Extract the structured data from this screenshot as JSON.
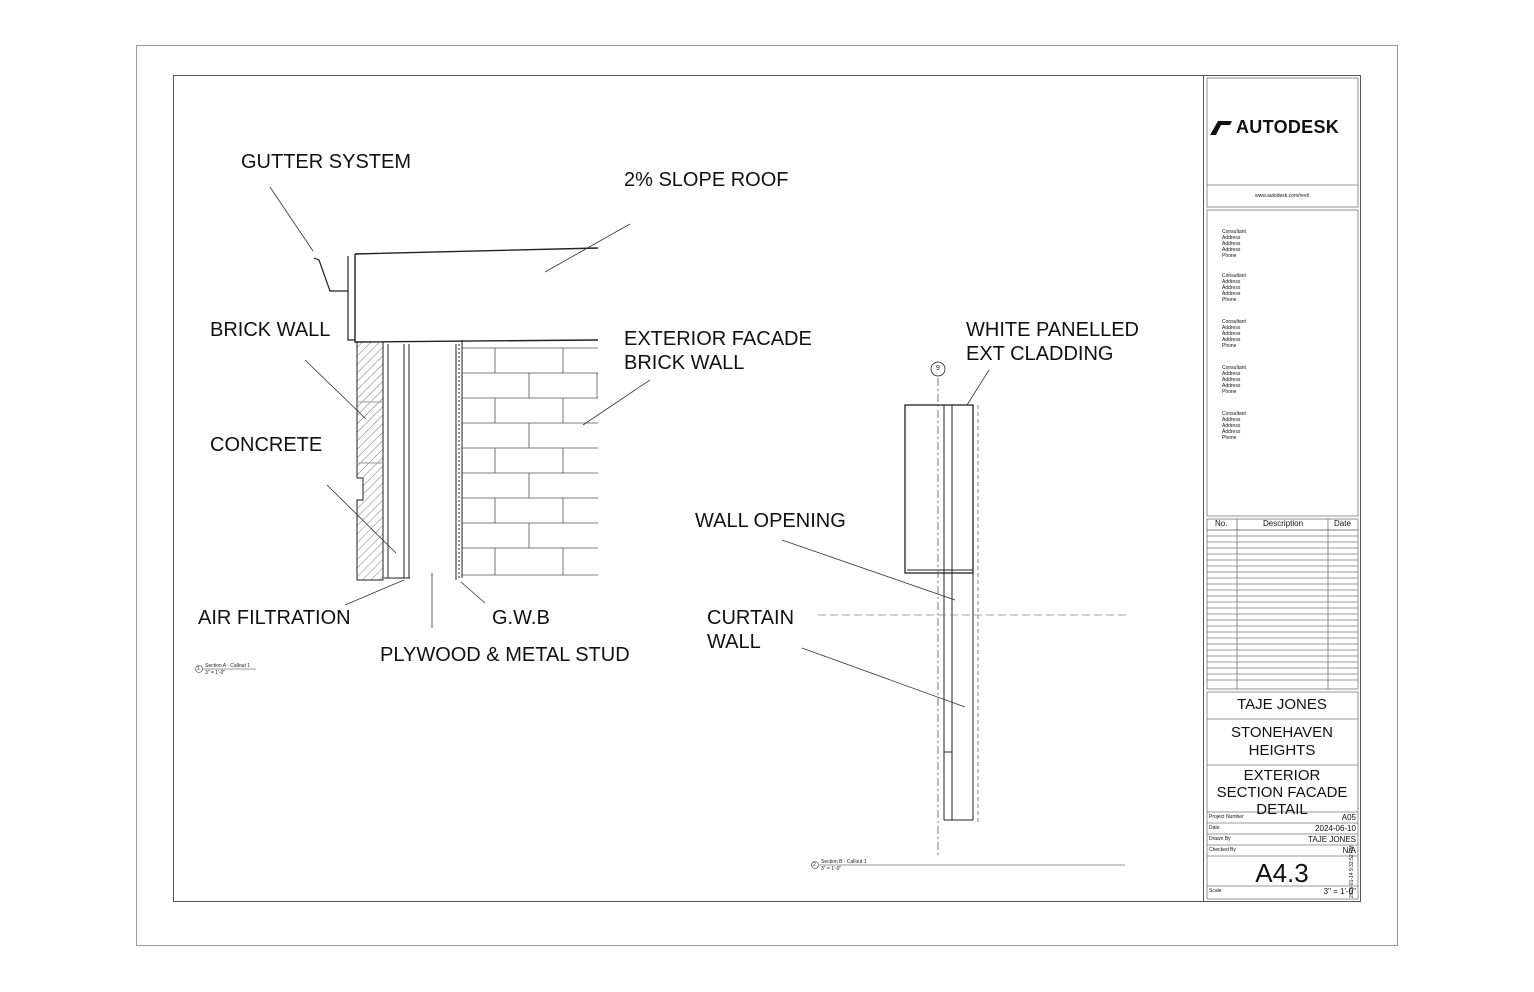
{
  "labels": {
    "gutter_system": "GUTTER SYSTEM",
    "slope_roof": "2% SLOPE ROOF",
    "brick_wall": "BRICK WALL",
    "exterior_facade_1": "EXTERIOR FACADE",
    "exterior_facade_2": "BRICK WALL",
    "concrete": "CONCRETE",
    "air_filtration": "AIR FILTRATION",
    "gwb": "G.W.B",
    "plywood_metal_stud": "PLYWOOD & METAL STUD",
    "white_panelled_1": "WHITE PANELLED",
    "white_panelled_2": "EXT CLADDING",
    "wall_opening": "WALL OPENING",
    "curtain_wall_1": "CURTAIN",
    "curtain_wall_2": "WALL"
  },
  "views": {
    "a": {
      "number": "1",
      "title": "Section A - Callout 1",
      "scale": "3\" = 1'-0\""
    },
    "b": {
      "number": "2",
      "title": "Section B - Callout 1",
      "scale": "3\" = 1'-0\""
    },
    "grid_bubble": "9"
  },
  "title_block": {
    "brand": "AUTODESK",
    "brand_icon": "autodesk-logo-icon",
    "url": "www.autodesk.com/revit",
    "consultants": [
      [
        "Consultant",
        "Address",
        "Address",
        "Address",
        "Phone"
      ],
      [
        "Consultant",
        "Address",
        "Address",
        "Address",
        "Phone"
      ],
      [
        "Consultant",
        "Address",
        "Address",
        "Address",
        "Phone"
      ],
      [
        "Consultant",
        "Address",
        "Address",
        "Address",
        "Phone"
      ],
      [
        "Consultant",
        "Address",
        "Address",
        "Address",
        "Phone"
      ]
    ],
    "revision_headers": {
      "no": "No.",
      "description": "Description",
      "date": "Date"
    },
    "owner": "TAJE JONES",
    "project_1": "STONEHAVEN",
    "project_2": "HEIGHTS",
    "sheet_title_1": "EXTERIOR",
    "sheet_title_2": "SECTION FACADE",
    "sheet_title_3": "DETAIL",
    "fields": {
      "project_number_label": "Project Number",
      "project_number": "A05",
      "date_label": "Date",
      "date": "2024-06-10",
      "drawn_by_label": "Drawn By",
      "drawn_by": "TAJE JONES",
      "checked_by_label": "Checked By",
      "checked_by": "N/A",
      "scale_label": "Scale",
      "scale": "3\" = 1'-0\""
    },
    "sheet_number": "A4.3",
    "timestamp": "2025-01-14 9:32:52 PM"
  }
}
